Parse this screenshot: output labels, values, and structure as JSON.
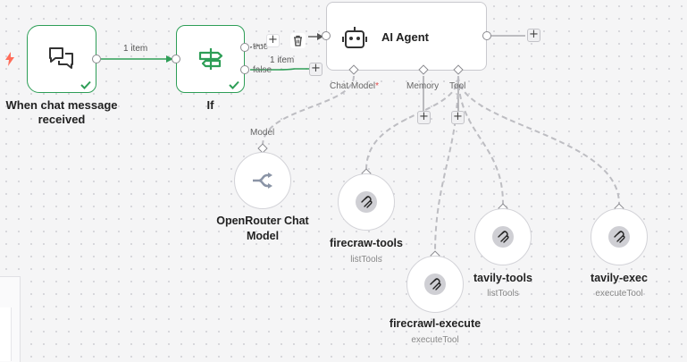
{
  "trigger": {
    "label": "When chat message received"
  },
  "edges": {
    "trigger_to_if": "1 item",
    "if_false_to_agent": "1 item"
  },
  "if_node": {
    "label": "If",
    "outputs": {
      "true": "true",
      "false": "false"
    }
  },
  "agent": {
    "title": "AI Agent",
    "ports": {
      "chat_model": "Chat Model",
      "required_mark": "*",
      "memory": "Memory",
      "tool": "Tool"
    }
  },
  "model": {
    "port_label": "Model",
    "name": "OpenRouter Chat Model"
  },
  "tools": [
    {
      "name": "firecraw-tools",
      "subtitle": "listTools"
    },
    {
      "name": "firecrawl-execute",
      "subtitle": "executeTool"
    },
    {
      "name": "tavily-tools",
      "subtitle": "listTools"
    },
    {
      "name": "tavily-exec",
      "subtitle": "executeTool"
    }
  ],
  "colors": {
    "success": "#2e9e57",
    "connector": "#8a8a8f",
    "dashed": "#bdbdc2",
    "required": "#e04848",
    "trigger_bolt": "#ff6d5a"
  },
  "icons": {
    "trigger": "chat-bubbles-icon",
    "if": "signpost-icon",
    "agent": "robot-icon",
    "model": "openrouter-icon",
    "tool": "mcp-icon",
    "delete": "trash-icon",
    "add": "plus-icon",
    "status": "check-icon",
    "bolt": "lightning-icon"
  }
}
